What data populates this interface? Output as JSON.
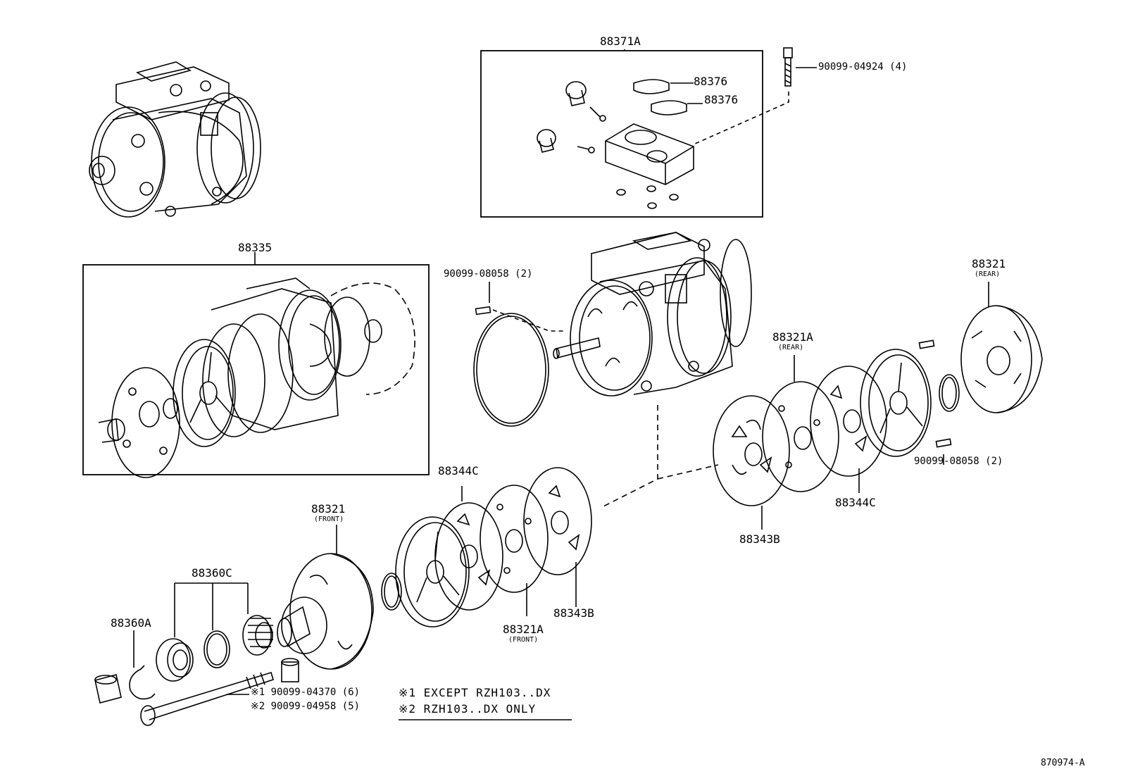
{
  "labels": {
    "p88371A": "88371A",
    "p88376a": "88376",
    "p88376b": "88376",
    "p90099_04924": "90099-04924 (4)",
    "p88335": "88335",
    "p90099_08058_top": "90099-08058 (2)",
    "p88321_rear": "88321",
    "p88321_rear_sub": "(REAR)",
    "p88321A_rear": "88321A",
    "p88321A_rear_sub": "(REAR)",
    "p90099_08058_right": "90099-08058 (2)",
    "p88344C_right": "88344C",
    "p88343B_right": "88343B",
    "p88344C_mid": "88344C",
    "p88321_front": "88321",
    "p88321_front_sub": "(FRONT)",
    "p88360C": "88360C",
    "p88360A": "88360A",
    "p88321A_front": "88321A",
    "p88321A_front_sub": "(FRONT)",
    "p88343B_mid": "88343B",
    "p90099_04370": "※1 90099-04370 (6)",
    "p90099_04958": "※2 90099-04958 (5)"
  },
  "notes": {
    "note1": "※1 EXCEPT RZH103..DX",
    "note2": "※2 RZH103..DX ONLY"
  },
  "diagram_code": "870974-A"
}
